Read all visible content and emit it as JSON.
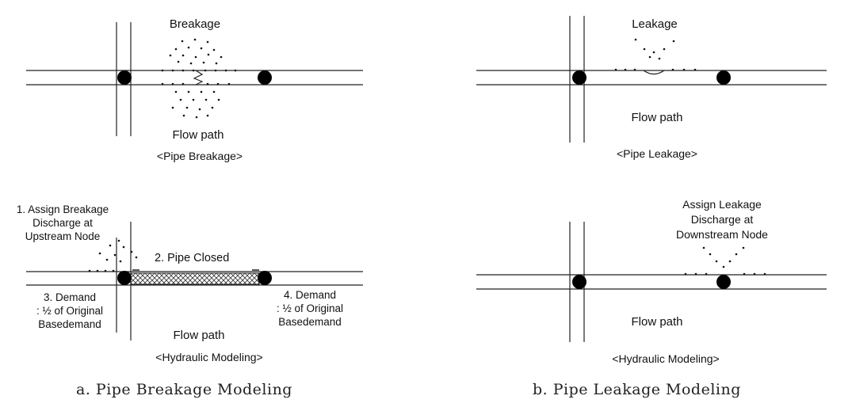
{
  "panel_a": {
    "caption": "a. Pipe Breakage Modeling",
    "top": {
      "title": "Breakage",
      "flow": "Flow path",
      "sub": "<Pipe Breakage>"
    },
    "bottom": {
      "label1": [
        "1. Assign Breakage",
        "Discharge at",
        "Upstream Node"
      ],
      "label2": "2. Pipe Closed",
      "label3": [
        "3. Demand",
        ": ½ of Original",
        "Basedemand"
      ],
      "label4": [
        "4. Demand",
        ": ½ of Original",
        "Basedemand"
      ],
      "flow": "Flow path",
      "sub": "<Hydraulic Modeling>"
    }
  },
  "panel_b": {
    "caption": "b. Pipe Leakage Modeling",
    "top": {
      "title": "Leakage",
      "flow": "Flow path",
      "sub": "<Pipe Leakage>"
    },
    "bottom": {
      "label": [
        "Assign Leakage",
        "Discharge at",
        "Downstream Node"
      ],
      "flow": "Flow path",
      "sub": "<Hydraulic Modeling>"
    }
  }
}
